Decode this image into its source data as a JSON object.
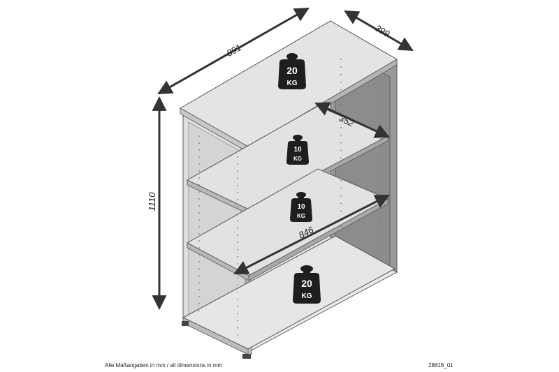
{
  "dimensions": {
    "width": "891",
    "depth": "399",
    "height": "1110",
    "shelf_depth": "352",
    "inner_width": "846"
  },
  "weights": {
    "top": {
      "value": "20",
      "unit": "KG"
    },
    "shelf_upper": {
      "value": "10",
      "unit": "KG"
    },
    "shelf_middle": {
      "value": "10",
      "unit": "KG"
    },
    "bottom": {
      "value": "20",
      "unit": "KG"
    }
  },
  "footer": {
    "note": "Alle Maßangaben in mm / all dimensions in mm",
    "code": "28816_01"
  },
  "colors": {
    "panel_light": "#e6e6e6",
    "panel_mid": "#d2d2d2",
    "panel_dark": "#8e8e8e",
    "edge": "#555555",
    "arrow": "#333333",
    "weight": "#1e1e1e"
  }
}
